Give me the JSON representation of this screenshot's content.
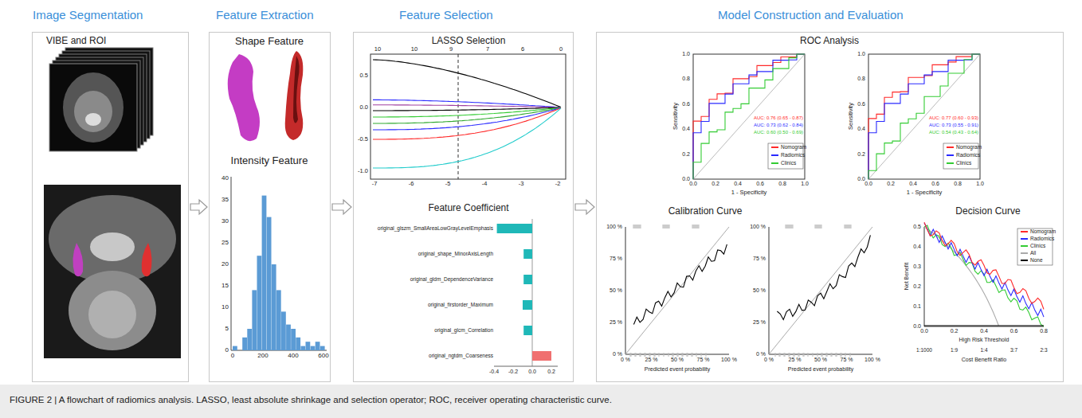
{
  "diagram": {
    "caption": "FIGURE 2 | A flowchart of radiomics analysis. LASSO, least absolute shrinkage and selection operator; ROC, receiver operating characteristic curve.",
    "nodes": [
      {
        "text": [
          "Image Segmentation"
        ]
      },
      {
        "text": [
          "Feature Extraction"
        ]
      },
      {
        "text": [
          "Feature Selection"
        ]
      },
      {
        "text": [
          "Model Construction and Evaluation"
        ]
      }
    ],
    "edges": [
      {
        "from": 0,
        "to": 1,
        "arrow": "to"
      },
      {
        "from": 1,
        "to": 2,
        "arrow": "to"
      },
      {
        "from": 2,
        "to": 3,
        "arrow": "to"
      }
    ],
    "labels": [
      "VIBE and ROI",
      "Shape Feature",
      "Intensity Feature",
      "0",
      "5",
      "10",
      "15",
      "20",
      "25",
      "30",
      "35",
      "40",
      "0",
      "200",
      "400",
      "600",
      "LASSO Selection",
      "10",
      "10",
      "9",
      "7",
      "6",
      "0",
      "0.5",
      "0.0",
      "-0.5",
      "-1.0",
      "-7",
      "-6",
      "-5",
      "-4",
      "-3",
      "-2",
      "Feature Coefficient",
      "original_glszm_SmallAreaLowGrayLevelEmphasis",
      "original_shape_MinorAxisLength",
      "original_gldm_DependenceVariance",
      "original_firstorder_Maximum",
      "original_glcm_Correlation",
      "original_ngtdm_Coarseness",
      "-0.4",
      "-0.2",
      "0.0",
      "0.2",
      "ROC Analysis",
      "0.0",
      "0.2",
      "0.4",
      "0.6",
      "0.8",
      "1.0",
      "0.0",
      "0.2",
      "0.4",
      "0.6",
      "0.8",
      "1.0",
      "Sensitivity",
      "1 - Specificity",
      "AUC: 0.76 (0.65 - 0.87)",
      "AUC: 0.73 (0.62 - 0.84)",
      "AUC: 0.60 (0.50 - 0.69)",
      "0.0",
      "0.2",
      "0.4",
      "0.6",
      "0.8",
      "1.0",
      "0.0",
      "0.2",
      "0.4",
      "0.6",
      "0.8",
      "1.0",
      "Sensitivity",
      "1 - Specificity",
      "AUC: 0.77 (0.60 - 0.93)",
      "AUC: 0.73 (0.55 - 0.91)",
      "AUC: 0.54 (0.43 - 0.64)",
      "Calibration Curve",
      "0 %",
      "25 %",
      "50 %",
      "75 %",
      "100 %",
      "0 %",
      "25 %",
      "50 %",
      "75 %",
      "100 %",
      "Predicted event probability",
      "0 %",
      "25 %",
      "50 %",
      "75 %",
      "100 %",
      "0 %",
      "25 %",
      "50 %",
      "75 %",
      "100 %",
      "Predicted event probability",
      "Decision Curve",
      "Net Benefit",
      "0.0",
      "0.1",
      "0.2",
      "0.3",
      "0.4",
      "0.5",
      "0.0",
      "0.2",
      "0.4",
      "0.6",
      "0.8",
      "High Risk Threshold",
      "1:1000",
      "1:9",
      "1:4",
      "3:7",
      "2:3",
      "Cost Benefit Ratio"
    ],
    "legend": [
      {
        "text": "Nomogram",
        "color": "#ff2a2a"
      },
      {
        "text": "Radiomics",
        "color": "#2a2aff"
      },
      {
        "text": "Clinics",
        "color": "#33cc33"
      },
      {
        "text": "Nomogram",
        "color": "#ff2a2a"
      },
      {
        "text": "Radiomics",
        "color": "#2a2aff"
      },
      {
        "text": "Clinics",
        "color": "#33cc33"
      },
      {
        "text": "Nomogram",
        "color": "#ff2a2a"
      },
      {
        "text": "Radiomics",
        "color": "#2a2aff"
      },
      {
        "text": "Clinics",
        "color": "#33cc33"
      },
      {
        "text": "All",
        "color": "#aaaaaa"
      },
      {
        "text": "None",
        "color": "#000000"
      }
    ]
  }
}
